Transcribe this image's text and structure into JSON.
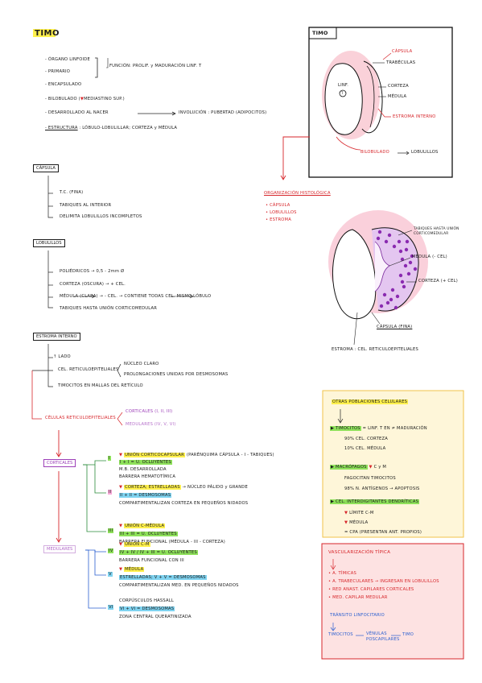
{
  "title": "TIMO",
  "intro": {
    "l1": "- ÓRGANO LINFOIDE",
    "l2": "- PRIMARIO",
    "funcion": "FUNCIÓN: PROLIF. y MADURACIÓN LINF. T",
    "l3": "- ENCAPSULADO",
    "l4a": "- BILOBULADO (",
    "l4b": "MEDIASTINO SUP.)",
    "l5a": "- DESARROLLADO AL NACER",
    "l5b": "INVOLUCIÓN : PUBERTAD (ADIPOCITOS)",
    "l6a": "- ESTRUCTURA",
    "l6b": ": LÓBULO-LOBULILLAR; CORTEZA y MÉDULA"
  },
  "diagram": {
    "title": "TIMO",
    "capsula": "CÁPSULA",
    "trabeculas": "TRABÉCULAS",
    "corteza": "CORTEZA",
    "medula": "MÉDULA",
    "estroma": "ESTROMA INTERNO",
    "linf": "LINF.",
    "t": "T",
    "bilobulado": "BILOBULADO",
    "lobulillos": "LOBULILLOS"
  },
  "organizacion": {
    "title": "ORGANIZACIÓN HISTOLÓGICA",
    "items": [
      "• CÁPSULA",
      "• LOBULILLOS",
      "• ESTROMA"
    ]
  },
  "capsula": {
    "title": "CÁPSULA",
    "items": [
      "T.C. (FINA)",
      "TABIQUES AL INTERIOR",
      "DELIMITA LOBULILLOS INCOMPLETOS"
    ]
  },
  "lobulillos": {
    "title": "LOBULILLOS",
    "items": [
      "POLIÉDRICOS → 0,5 - 2mm Ø",
      "CORTEZA (OSCURA) → + CEL.",
      "MÉDULA (CLARA) → - CEL. → CONTIENE TODAS CEL. MISMO LÓBULO",
      "TABIQUES HASTA UNIÓN CORTICOMEDULAR"
    ]
  },
  "histo": {
    "tabiques": "TABIQUES HASTA UNIÓN CORTICOMEDULAR",
    "medula": "MÉDULA (- CEL)",
    "corteza": "CORTEZA (+ CEL)",
    "capsula": "CÁPSULA (FINA)",
    "estroma": "ESTROMA : CEL. RETICULOEPITELIALES"
  },
  "estroma": {
    "title": "ESTROMA INTERNO",
    "lado": "↑ LADO",
    "cel": "CEL. RETICULOEPITELIALES",
    "nucleo": "NÚCLEO CLARO",
    "prolong": "PROLONGACIONES UNIDAS POR DESMOSOMAS",
    "timocitos": "TIMOCITOS EN MALLAS DEL RETÍCULO"
  },
  "reticulo": {
    "label": "CÉLULAS RETICULOEPITELIALES",
    "corticales": "CORTICALES (I, II, III)",
    "medulares": "MEDULARES (IV, V, VI)"
  },
  "types_cort": {
    "box": "CORTICALES",
    "i": {
      "num": "I",
      "l1": "UNIÓN CORTICOCAPSULAR",
      "l1b": "(PARÉNQUIMA CÁPSULA - I - TABIQUES)",
      "l2": "I + I = U. OCLUYENTES",
      "l3": "M.B. DESARROLLADA",
      "l4": "BARRERA HEMATOTÍMICA"
    },
    "ii": {
      "num": "II",
      "l1": "CORTEZA; ESTRELLADAS",
      "l1b": "→ NÚCLEO PÁLIDO y GRANDE",
      "l2": "II + II = DESMOSOMAS",
      "l3": "COMPARTIMENTALIZAN CORTEZA EN PEQUEÑOS NIDADOS"
    },
    "iii": {
      "num": "III",
      "l1": "UNIÓN C-MÉDULA",
      "l2": "III + III = U. OCLUYENTES",
      "l3": "BARRERA FUNCIONAL (MÉDULA - III - CORTEZA)"
    }
  },
  "types_med": {
    "box": "MEDULARES",
    "iv": {
      "num": "IV",
      "l1": "UNIÓN C-M",
      "l2": "IV + IV / IV + III = U. OCLUYENTES",
      "l3": "BARRERA FUNCIONAL CON III"
    },
    "v": {
      "num": "V",
      "l1": "MÉDULA",
      "l2": "ESTRELLADAS; V + V = DESMOSOMAS",
      "l3": "COMPARTIMENTALIZAN MED. EN PEQUEÑOS NIDADOS"
    },
    "vi": {
      "num": "VI",
      "l1": "CORPÚSCULOS HASSALL",
      "l2": "VI + VI = DESMOSOMAS",
      "l3": "ZONA CENTRAL QUERATINIZADA"
    }
  },
  "otras": {
    "title": "OTRAS POBLACIONES CELULARES",
    "timocitos": "TIMOCITOS",
    "timocitos_b": "= LINF. T EN ≠ MADURACIÓN",
    "t1": "90% CEL. CORTEZA",
    "t2": "10% CEL. MÉDULA",
    "macro": "MACRÓFAGOS",
    "macro_b": "C y M",
    "m1": "FAGOCITAN TIMOCITOS",
    "m2": "98% N. ANTÍGENOS → APOPTOSIS",
    "dend": "CEL. INTERDIGITANTES DENDRÍTICAS",
    "d1": "LÍMITE C-M",
    "d2": "MÉDULA",
    "d3": "= CPA (PRESENTAN ANT. PROPIOS)"
  },
  "vasc": {
    "title": "VASCULARIZACIÓN TÍPICA",
    "items": [
      "• A. TÍMICAS",
      "• A. TRABECULARES → INGRESAN EN LOBULILLOS",
      "• RED ANAST. CAPILARES CORTICALES",
      "• MED. CAPILAR MEDULAR"
    ],
    "transito": "TRÁNSITO LINFOCITARIO",
    "flow1": "TIMOCITOS",
    "flow2": "VÉNULAS POSCAPILARES",
    "flow3": "TIMO"
  }
}
